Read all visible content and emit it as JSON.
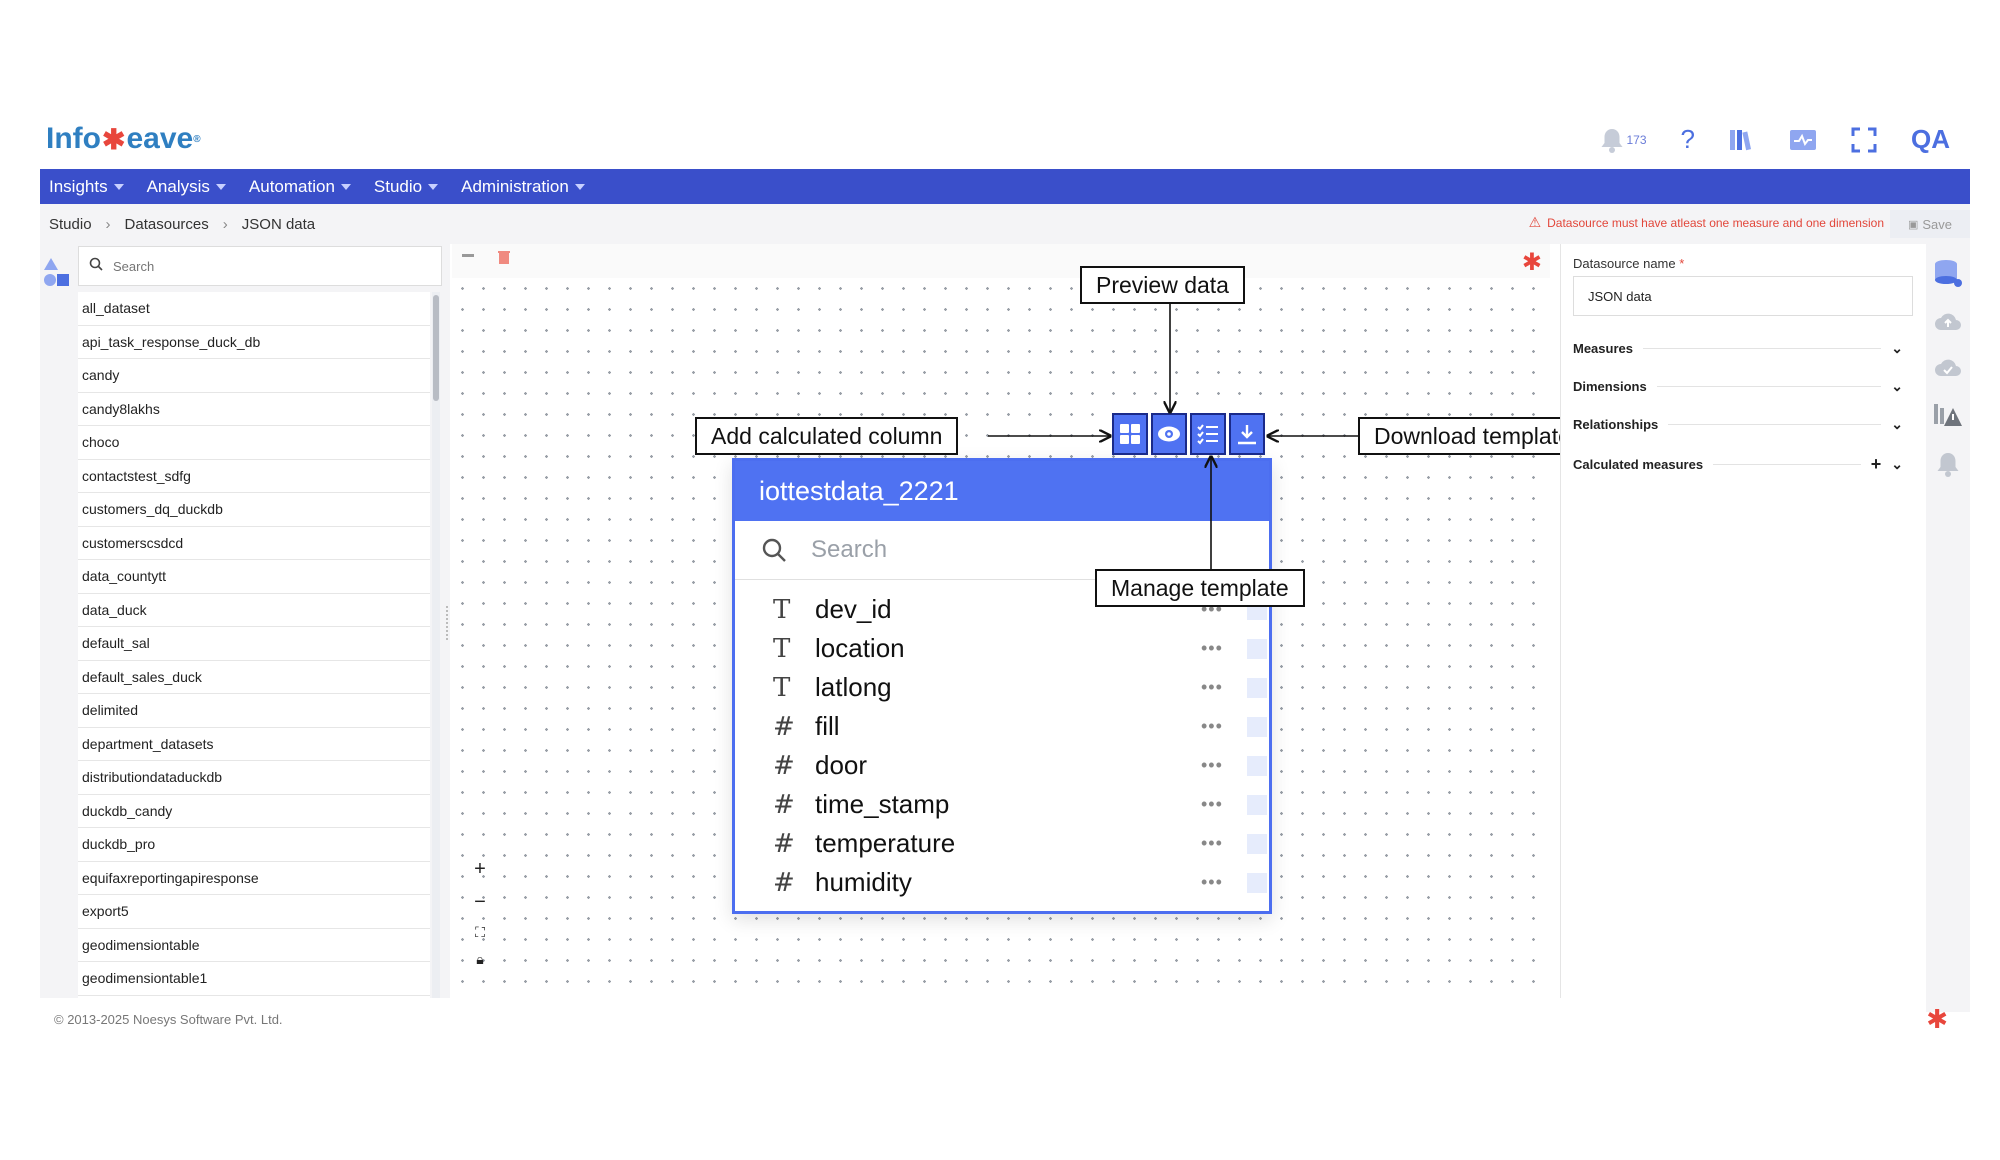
{
  "app": {
    "logo_left": "Info",
    "logo_right": "eave",
    "notification_count": "173",
    "user_initials": "QA"
  },
  "menu": [
    "Insights",
    "Analysis",
    "Automation",
    "Studio",
    "Administration"
  ],
  "breadcrumb": [
    "Studio",
    "Datasources",
    "JSON data"
  ],
  "warning": "Datasource must have atleast one measure and one dimension",
  "save_label": "Save",
  "left_search_placeholder": "Search",
  "datasets": [
    "all_dataset",
    "api_task_response_duck_db",
    "candy",
    "candy8lakhs",
    "choco",
    "contactstest_sdfg",
    "customers_dq_duckdb",
    "customerscsdcd",
    "data_countytt",
    "data_duck",
    "default_sal",
    "default_sales_duck",
    "delimited",
    "department_datasets",
    "distributiondataduckdb",
    "duckdb_candy",
    "duckdb_pro",
    "equifaxreportingapiresponse",
    "export5",
    "geodimensiontable",
    "geodimensiontable1"
  ],
  "table": {
    "title": "iottestdata_2221",
    "search_placeholder": "Search",
    "fields": [
      {
        "type": "T",
        "name": "dev_id"
      },
      {
        "type": "T",
        "name": "location"
      },
      {
        "type": "T",
        "name": "latlong"
      },
      {
        "type": "#",
        "name": "fill"
      },
      {
        "type": "#",
        "name": "door"
      },
      {
        "type": "#",
        "name": "time_stamp"
      },
      {
        "type": "#",
        "name": "temperature"
      },
      {
        "type": "#",
        "name": "humidity"
      }
    ]
  },
  "callouts": {
    "preview": "Preview data",
    "add_column": "Add calculated column",
    "download": "Download template",
    "manage": "Manage template"
  },
  "right_panel": {
    "name_label": "Datasource name",
    "name_value": "JSON data",
    "sections": [
      "Measures",
      "Dimensions",
      "Relationships",
      "Calculated measures"
    ]
  },
  "footer": "© 2013-2025 Noesys Software Pvt. Ltd.",
  "colors": {
    "menubar": "#3a4fca",
    "accent": "#4f72f2",
    "warning": "#e2473b"
  }
}
